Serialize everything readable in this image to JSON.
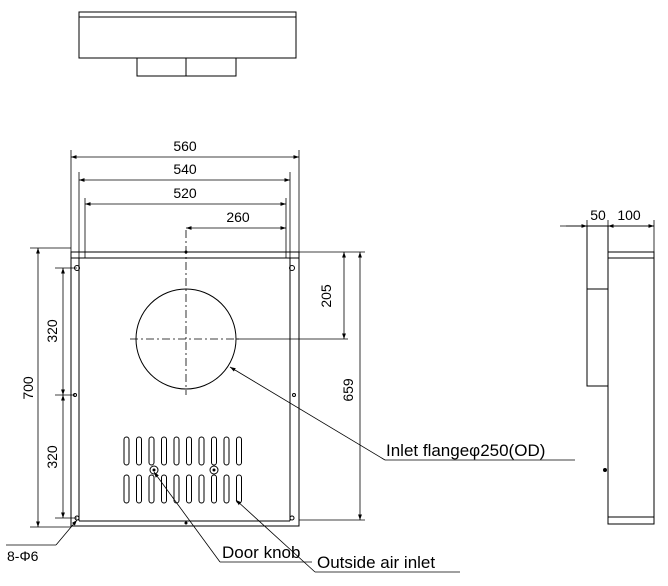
{
  "dimensions": {
    "top_width_outer": "560",
    "top_width_mid": "540",
    "top_width_inner": "520",
    "half_width": "260",
    "flange_offset": "205",
    "total_height": "700",
    "upper_pitch": "320",
    "lower_pitch": "320",
    "body_height": "659",
    "side_depth_a": "50",
    "side_depth_b": "100"
  },
  "callouts": {
    "inlet_flange": "Inlet flangeφ250(OD)",
    "door_knob": "Door knob",
    "outside_air_inlet": "Outside air inlet",
    "mounting_holes": "8-Φ6"
  },
  "louver": {
    "rows": 2,
    "columns": 10
  }
}
